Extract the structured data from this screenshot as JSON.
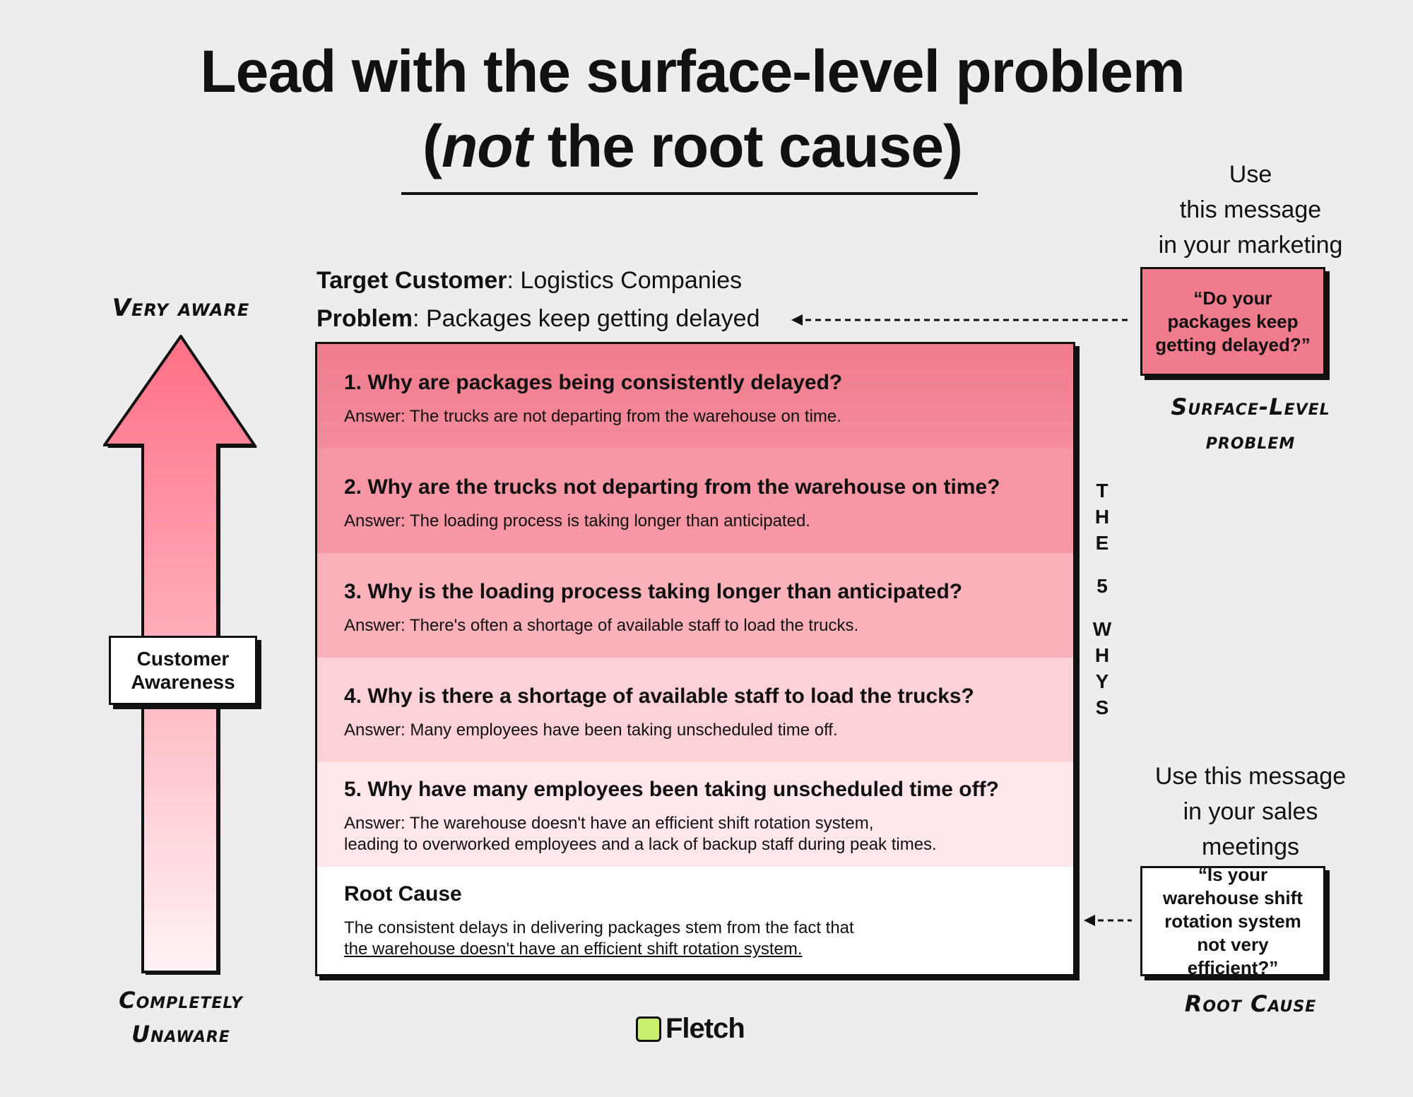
{
  "title": {
    "line1": "Lead with the surface-level problem",
    "line2_open": "(",
    "line2_emph": "not",
    "line2_rest": " the root cause)"
  },
  "awareness": {
    "top_label": "Very aware",
    "bottom_label": "Completely Unaware",
    "axis_label": "Customer Awareness"
  },
  "target": {
    "label": "Target Customer",
    "value": ": Logistics Companies"
  },
  "problem": {
    "label": "Problem",
    "value": ": Packages keep getting delayed"
  },
  "whys": [
    {
      "question": "1. Why are packages being consistently delayed?",
      "answer": "Answer: The trucks are not departing from the warehouse on time."
    },
    {
      "question": "2. Why are the trucks not departing from the warehouse on time?",
      "answer": "Answer: The loading process is taking longer than anticipated."
    },
    {
      "question": "3. Why is the loading process taking longer than anticipated?",
      "answer": "Answer: There's often a shortage of available staff to load the trucks."
    },
    {
      "question": "4. Why is there a shortage of available staff to load the trucks?",
      "answer": "Answer: Many employees have been taking unscheduled time off."
    },
    {
      "question": "5. Why have many employees been taking unscheduled time off?",
      "answer_line1": "Answer: The warehouse doesn't have an efficient shift rotation system,",
      "answer_line2": "leading to overworked employees and a lack of backup staff during peak times."
    }
  ],
  "root_cause": {
    "heading": "Root Cause",
    "line1": "The consistent delays in delivering packages stem from the fact that",
    "line2": "the warehouse doesn't have an efficient shift rotation system."
  },
  "five_whys_label": [
    "T",
    "H",
    "E",
    "",
    "5",
    "",
    "W",
    "H",
    "Y",
    "S"
  ],
  "marketing": {
    "instruction": [
      "Use",
      "this message",
      "in your marketing"
    ],
    "quote": "“Do your packages keep getting delayed?”",
    "label": "Surface-Level problem"
  },
  "sales": {
    "instruction": [
      "Use this message",
      "in your sales",
      "meetings"
    ],
    "quote": "“Is your warehouse shift rotation system not very efficient?”",
    "label": "Root Cause"
  },
  "logo": {
    "text": "Fletch",
    "mark_color": "#c8f06e"
  },
  "colors": {
    "background": "#ededed",
    "row1": "#f07b8c",
    "row2": "#f796a4",
    "row3": "#fab1ba",
    "row4": "#fdd1d8",
    "row5": "#fee6ea",
    "arrow_top": "#ff6f85",
    "arrow_bottom": "#fff3f5"
  }
}
